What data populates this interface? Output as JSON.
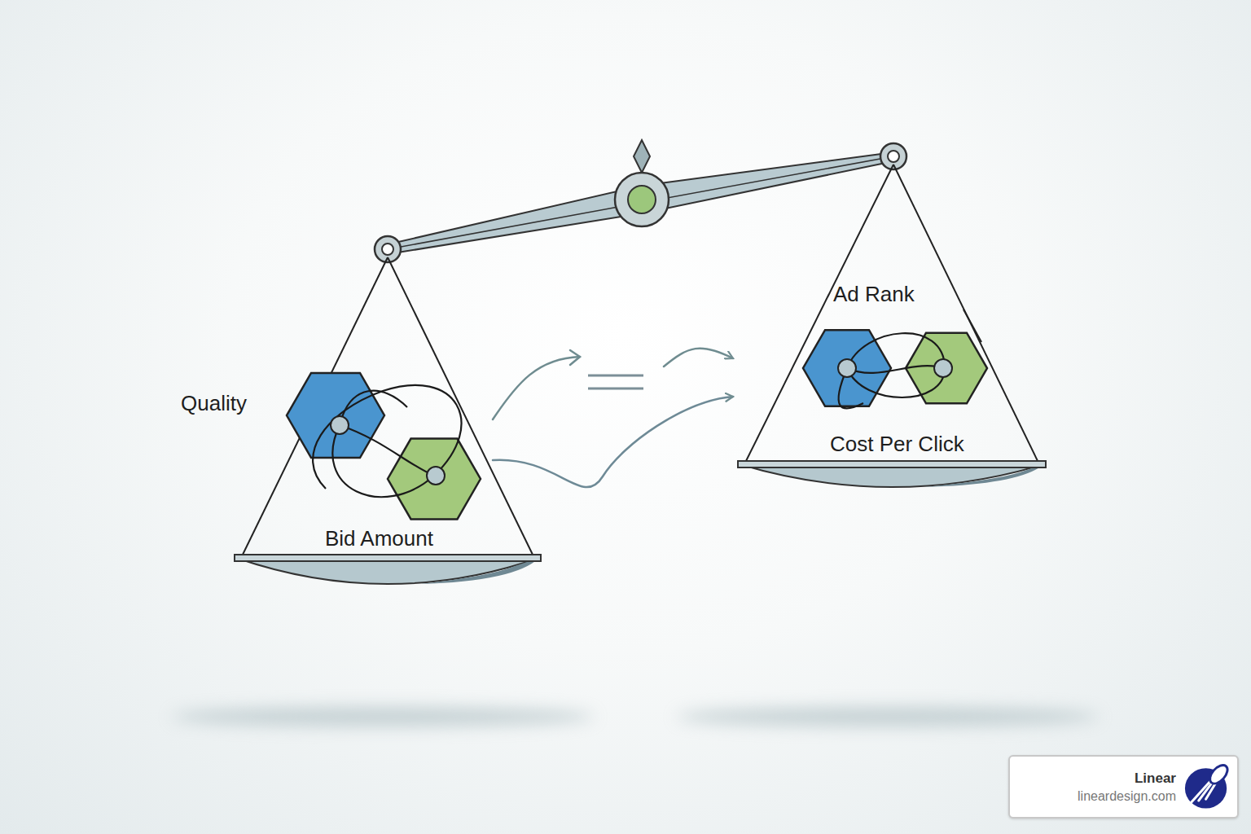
{
  "diagram": {
    "nodes": [
      {
        "text": [
          "Quality",
          "Bid Amount"
        ]
      },
      {
        "text": [
          "Ad Rank",
          "Cost Per Click"
        ]
      },
      {
        "text": [
          "Linear",
          "lineardesign.com"
        ]
      }
    ],
    "edges": [
      {
        "from": 0,
        "to": 1,
        "arrow": "to"
      },
      {
        "from": 0,
        "to": 1,
        "arrow": "to"
      }
    ]
  }
}
